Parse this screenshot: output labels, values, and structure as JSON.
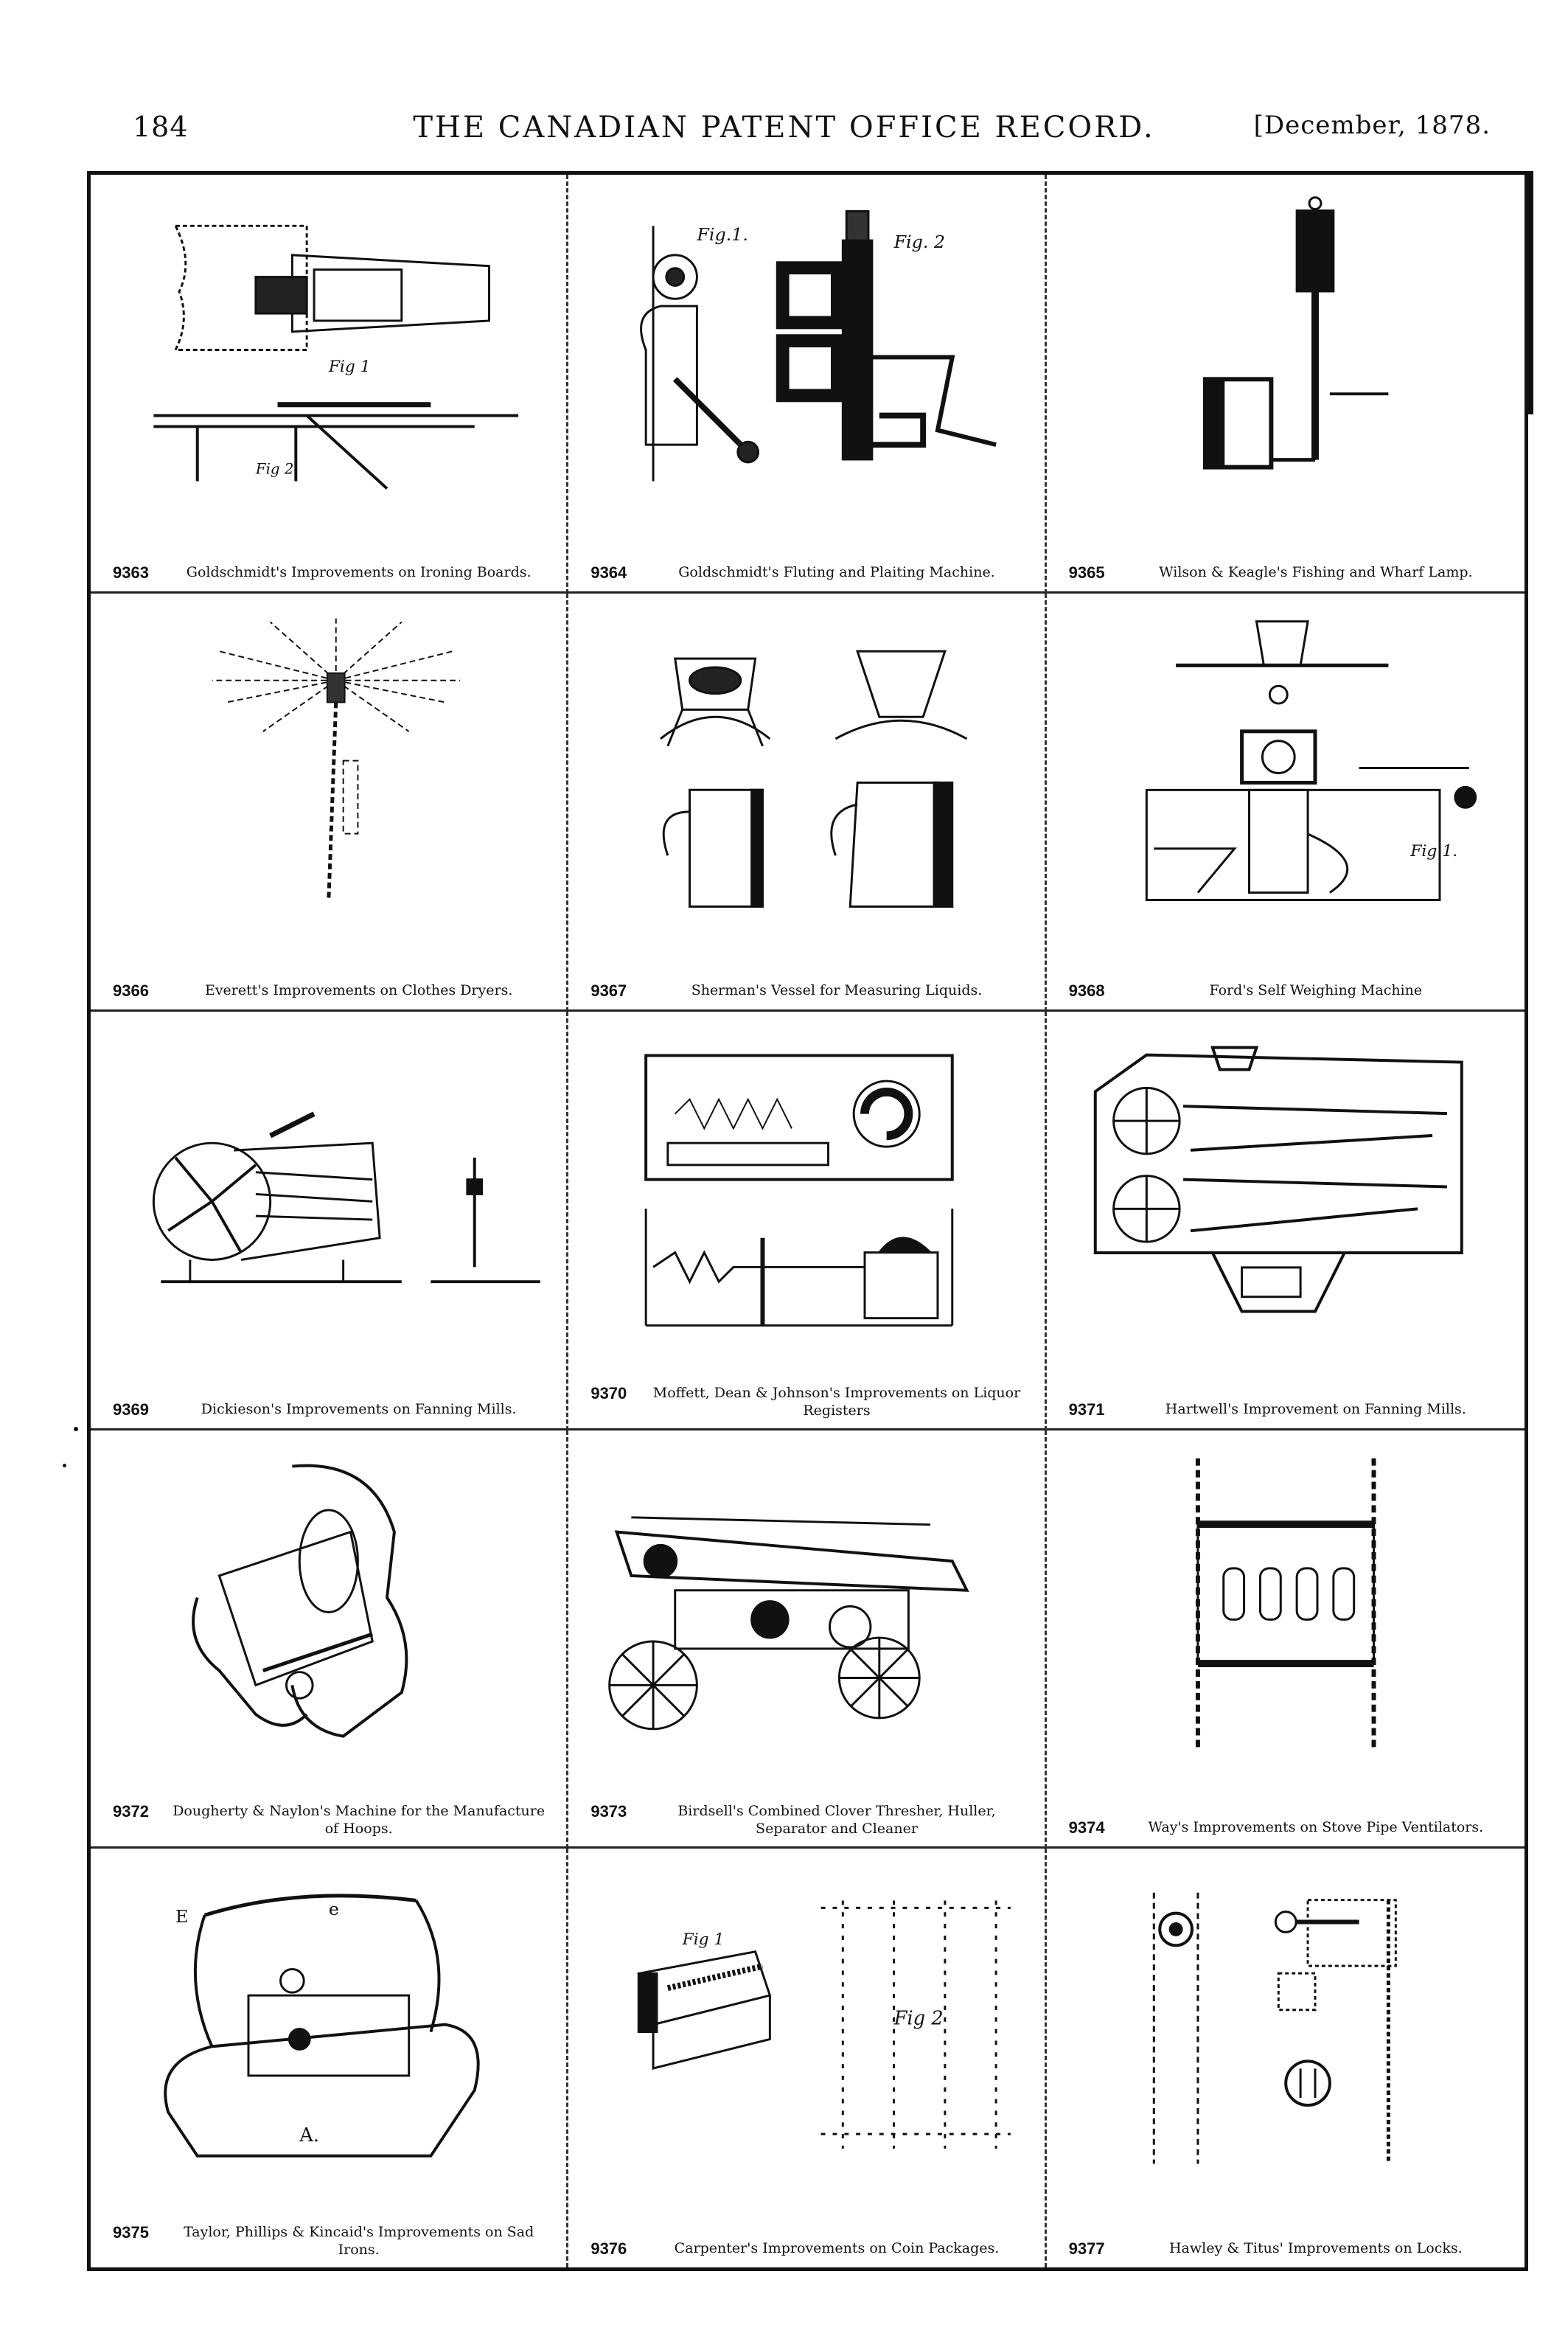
{
  "header": {
    "page_number": "184",
    "title": "THE CANADIAN PATENT OFFICE RECORD.",
    "date": "[December, 1878."
  },
  "patents": [
    {
      "number": "9363",
      "title": "Goldschmidt's Improvements on Ironing Boards."
    },
    {
      "number": "9364",
      "title": "Goldschmidt's Fluting and Plaiting Machine."
    },
    {
      "number": "9365",
      "title": "Wilson & Keagle's Fishing and Wharf Lamp."
    },
    {
      "number": "9366",
      "title": "Everett's Improvements on Clothes Dryers."
    },
    {
      "number": "9367",
      "title": "Sherman's Vessel for Measuring Liquids."
    },
    {
      "number": "9368",
      "title": "Ford's Self Weighing Machine"
    },
    {
      "number": "9369",
      "title": "Dickieson's Improvements on Fanning Mills."
    },
    {
      "number": "9370",
      "title": "Moffett, Dean & Johnson's Improvements on Liquor Registers"
    },
    {
      "number": "9371",
      "title": "Hartwell's Improvement on Fanning Mills."
    },
    {
      "number": "9372",
      "title": "Dougherty & Naylon's Machine for the Manufacture of Hoops."
    },
    {
      "number": "9373",
      "title": "Birdsell's Combined Clover Thresher, Huller, Separator and Cleaner"
    },
    {
      "number": "9374",
      "title": "Way's Improvements on Stove Pipe Ventilators."
    },
    {
      "number": "9375",
      "title": "Taylor, Phillips & Kincaid's Improvements on Sad Irons."
    },
    {
      "number": "9376",
      "title": "Carpenter's Improvements on Coin Packages."
    },
    {
      "number": "9377",
      "title": "Hawley & Titus' Improvements on Locks."
    }
  ]
}
